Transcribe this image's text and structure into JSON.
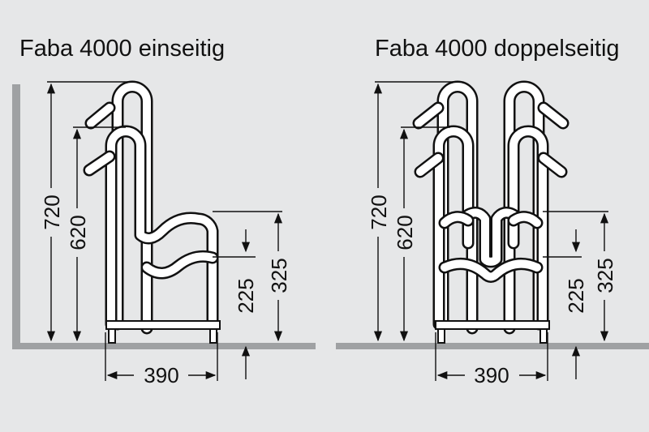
{
  "titles": {
    "single": "Faba 4000 einseitig",
    "double": "Faba 4000 doppelseitig"
  },
  "single_dims": {
    "total_height": "720",
    "tube_height": "620",
    "lower_support": "225",
    "upper_support": "325",
    "width": "390"
  },
  "double_dims": {
    "total_height": "720",
    "tube_height": "620",
    "lower_support": "225",
    "upper_support": "325",
    "width": "390"
  },
  "colors": {
    "background": "#e6e7e8",
    "ground": "#9fa1a3",
    "line": "#111111",
    "tube_fill": "#ffffff"
  }
}
